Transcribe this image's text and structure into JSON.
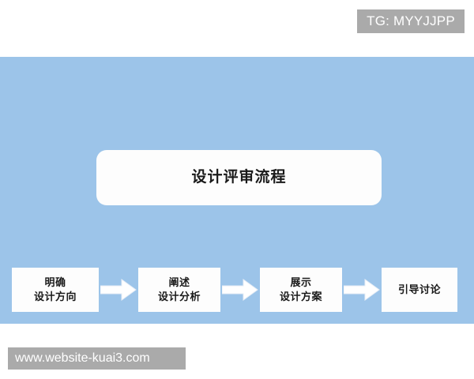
{
  "badge": {
    "label": "TG: MYYJJPP"
  },
  "slide": {
    "background_color": "#9CC4E9",
    "title": {
      "text": "设计评审流程",
      "card_color": "#FDFDFD"
    },
    "flow": {
      "arrow_icon": "arrow-right-icon",
      "steps": [
        {
          "index": 1,
          "line1": "明确",
          "line2": "设计方向"
        },
        {
          "index": 2,
          "line1": "阐述",
          "line2": "设计分析"
        },
        {
          "index": 3,
          "line1": "展示",
          "line2": "设计方案"
        },
        {
          "index": 4,
          "line1": "引导讨论",
          "line2": ""
        }
      ]
    }
  },
  "watermark": {
    "text": "www.website-kuai3.com",
    "background_color": "#AAAAAA"
  }
}
